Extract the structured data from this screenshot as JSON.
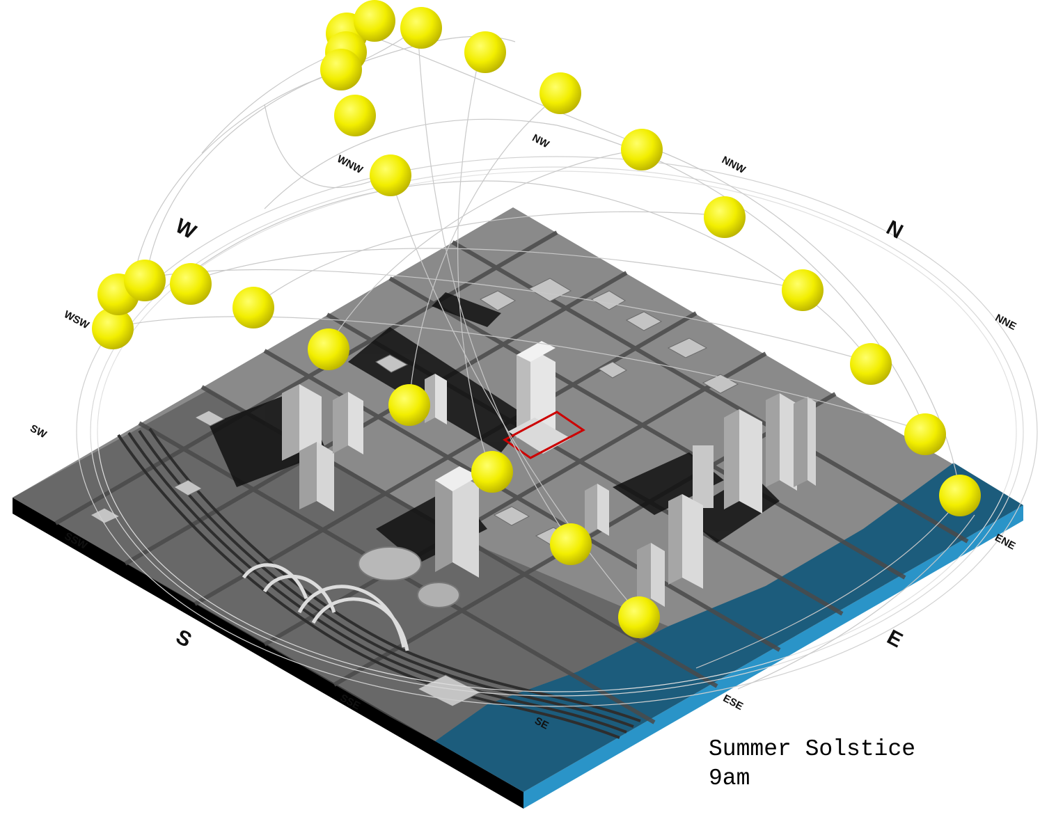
{
  "caption": {
    "season": "Summer Solstice",
    "time": "9am"
  },
  "compass": {
    "N": "N",
    "NNE": "NNE",
    "ENE": "ENE",
    "E": "E",
    "ESE": "ESE",
    "SE": "SE",
    "SSE": "SSE",
    "S": "S",
    "SSW": "SSW",
    "SW": "SW",
    "WSW": "WSW",
    "W": "W",
    "WNW": "WNW",
    "NW": "NW",
    "NNW": "NNW"
  },
  "colors": {
    "ground": "#8a8a8a",
    "water": "#1c5c7c",
    "water_edge": "#2a94c8",
    "sun": "#f2ee00",
    "site_outline": "#cc0000",
    "building": "#d4d4d4"
  },
  "icons": [
    "sun-sphere-icon"
  ]
}
